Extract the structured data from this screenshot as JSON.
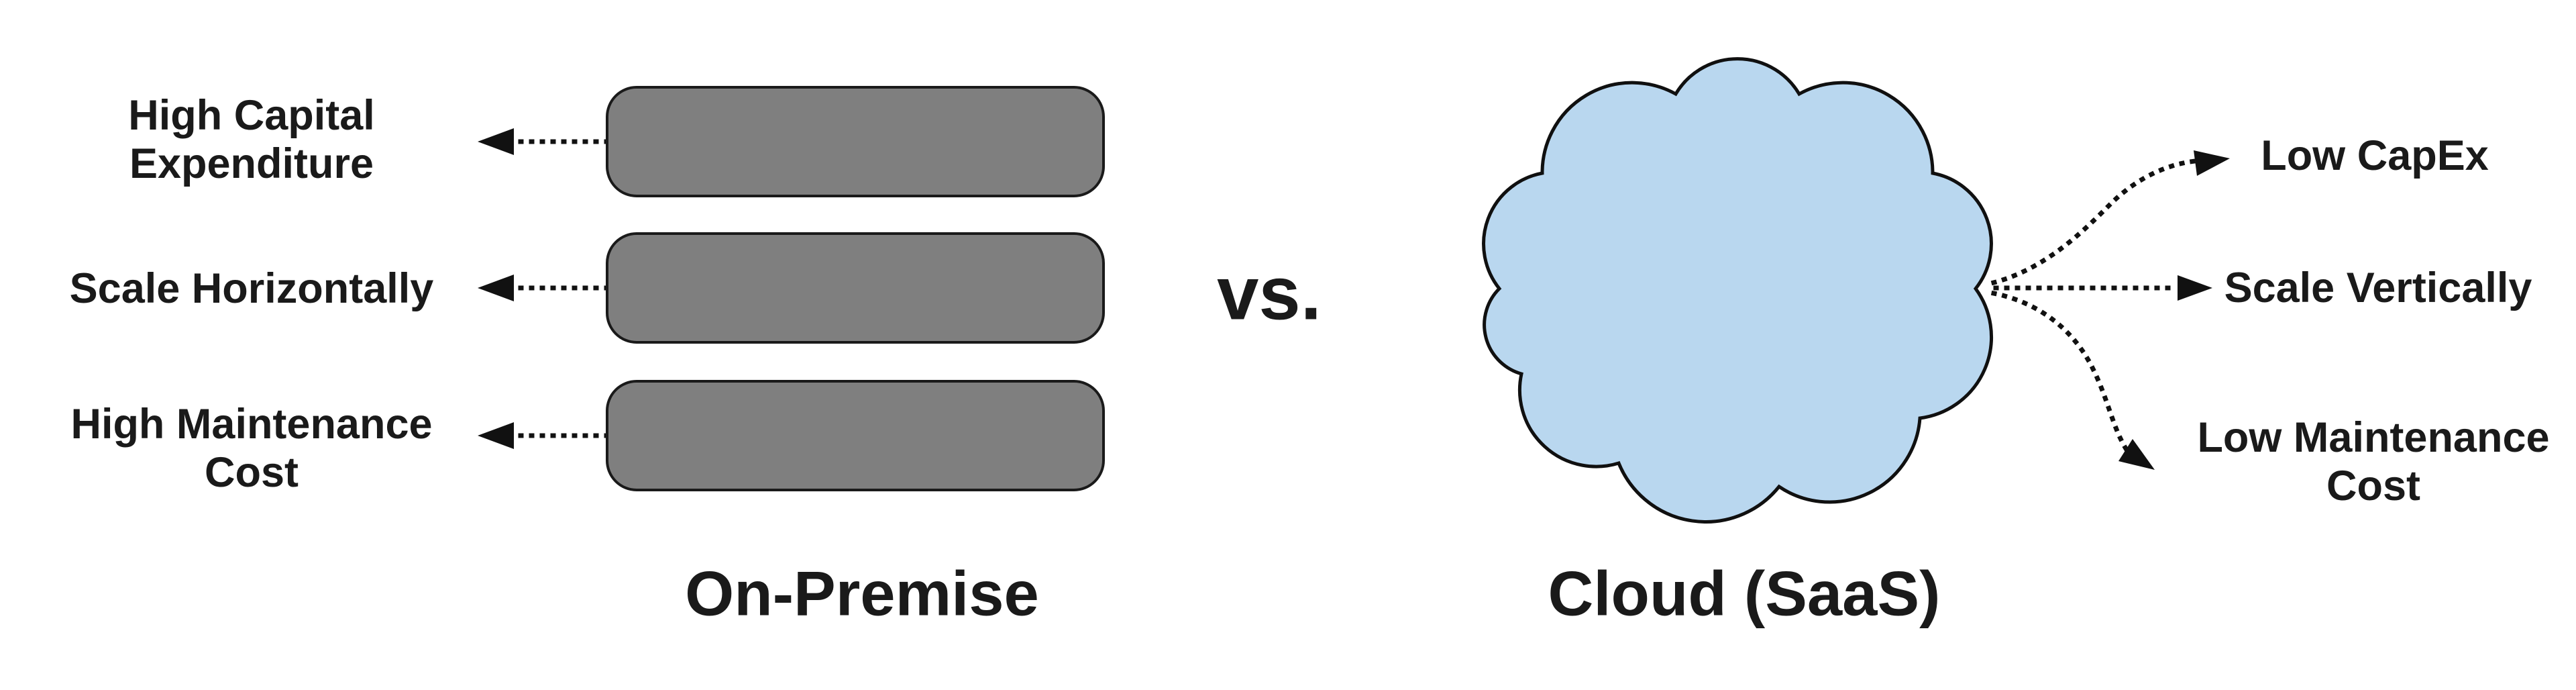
{
  "diagram": {
    "versus_label": "vs.",
    "on_premise": {
      "title": "On-Premise",
      "labels": [
        {
          "lines": [
            "High Capital",
            "Expenditure"
          ]
        },
        {
          "lines": [
            "Scale Horizontally"
          ]
        },
        {
          "lines": [
            "High Maintenance",
            "Cost"
          ]
        }
      ]
    },
    "cloud": {
      "title": "Cloud (SaaS)",
      "labels": [
        {
          "lines": [
            "Low CapEx"
          ]
        },
        {
          "lines": [
            "Scale Vertically"
          ]
        },
        {
          "lines": [
            "Low Maintenance",
            "Cost"
          ]
        }
      ]
    },
    "icons": {
      "cloud": "cloud-icon",
      "server_box": "server-box-icon",
      "arrow": "dotted-arrow-icon"
    },
    "colors": {
      "background": "#ffffff",
      "box_fill": "#7f7f7f",
      "box_stroke": "#1a1a1a",
      "cloud_fill": "#b9d7ef",
      "cloud_stroke": "#101010",
      "arrow": "#111111",
      "text": "#1a1a1a"
    }
  }
}
